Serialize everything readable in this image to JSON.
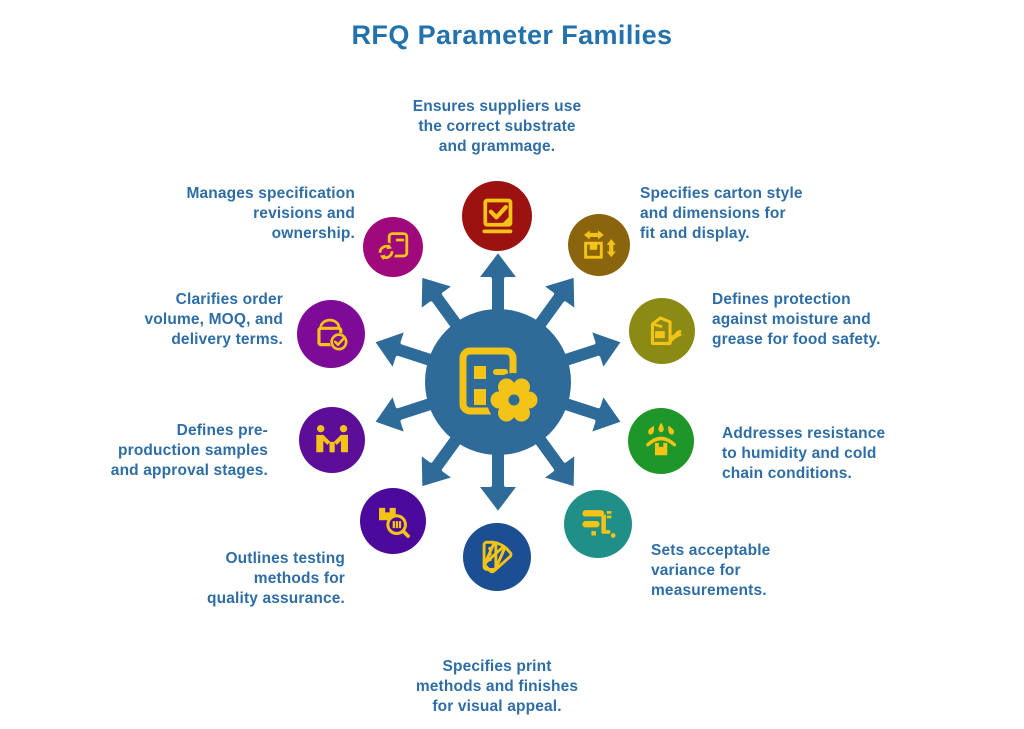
{
  "title": "RFQ Parameter Families",
  "colors": {
    "background": "#FFFFFF",
    "title": "#2372AC",
    "text": "#2E6DA5",
    "hub": "#2E6B99",
    "yellow": "#F3C317"
  },
  "hub": {
    "icon": "document-gear-icon",
    "arrow_count": 10
  },
  "satellites": [
    {
      "id": "substrate",
      "icon": "check-document-icon",
      "color": "#9C1210",
      "text": "Ensures suppliers use\nthe correct substrate\nand grammage."
    },
    {
      "id": "carton",
      "icon": "box-dimensions-icon",
      "color": "#8A650D",
      "text": "Specifies carton style\nand dimensions for\nfit and display."
    },
    {
      "id": "barrier",
      "icon": "food-carton-leaf-icon",
      "color": "#8A8A15",
      "text": "Defines protection\nagainst moisture and\ngrease for food safety."
    },
    {
      "id": "humidity",
      "icon": "water-resistance-icon",
      "color": "#1E9629",
      "text": "Addresses resistance\nto humidity and cold\nchain conditions."
    },
    {
      "id": "tolerance",
      "icon": "caliper-icon",
      "color": "#1F8F88",
      "text": "Sets acceptable\nvariance for\nmeasurements."
    },
    {
      "id": "print",
      "icon": "color-swatch-fan-icon",
      "color": "#1B4E92",
      "text": "Specifies print\nmethods and finishes\nfor visual appeal."
    },
    {
      "id": "testing",
      "icon": "box-magnifier-icon",
      "color": "#4B0A9B",
      "text": "Outlines testing\nmethods for\nquality assurance."
    },
    {
      "id": "samples",
      "icon": "handshake-people-icon",
      "color": "#5C0E99",
      "text": "Defines pre-\nproduction samples\nand approval stages."
    },
    {
      "id": "order",
      "icon": "bag-check-icon",
      "color": "#7D0B97",
      "text": "Clarifies order\nvolume, MOQ, and\ndelivery terms."
    },
    {
      "id": "revisions",
      "icon": "document-refresh-icon",
      "color": "#A0097C",
      "text": "Manages specification\nrevisions and\nownership."
    }
  ]
}
